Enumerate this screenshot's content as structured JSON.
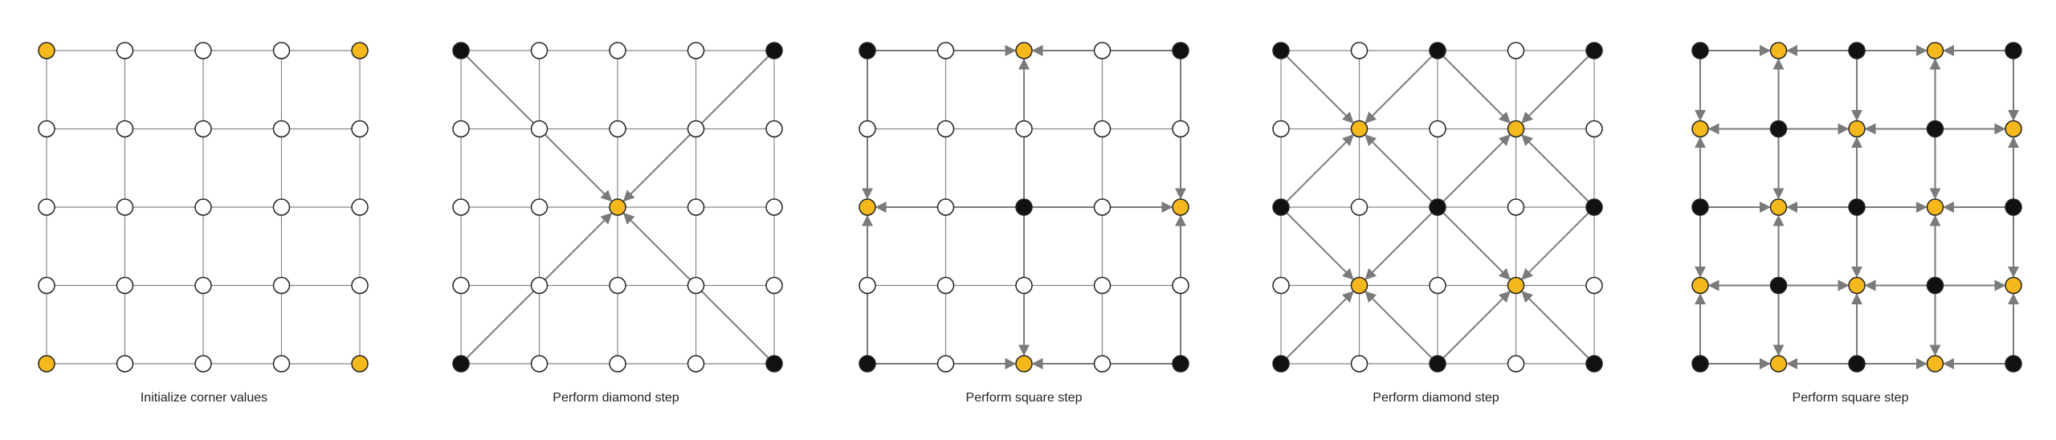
{
  "colors": {
    "grid_line": "#888888",
    "arrow": "#7a7a7a",
    "node_outline": "#222222",
    "node_empty": "#ffffff",
    "node_new": "#f5b91e",
    "node_known": "#111111"
  },
  "panels": [
    {
      "caption": "Initialize corner values",
      "nodes": [
        "YWWWY",
        "WWWWW",
        "WWWWW",
        "WWWWW",
        "YWWWY"
      ],
      "arrows": []
    },
    {
      "caption": "Perform diamond step",
      "nodes": [
        "BWWWB",
        "WWWWW",
        "WWYWW",
        "WWWWW",
        "BWWWB"
      ],
      "arrows": [
        {
          "from": [
            0,
            0
          ],
          "to": [
            2,
            2
          ]
        },
        {
          "from": [
            4,
            0
          ],
          "to": [
            2,
            2
          ]
        },
        {
          "from": [
            0,
            4
          ],
          "to": [
            2,
            2
          ]
        },
        {
          "from": [
            4,
            4
          ],
          "to": [
            2,
            2
          ]
        }
      ]
    },
    {
      "caption": "Perform square step",
      "nodes": [
        "BWYWB",
        "WWWWW",
        "YWBWY",
        "WWWWW",
        "BWYWB"
      ],
      "arrows": [
        {
          "from": [
            0,
            0
          ],
          "to": [
            2,
            0
          ]
        },
        {
          "from": [
            4,
            0
          ],
          "to": [
            2,
            0
          ]
        },
        {
          "from": [
            2,
            2
          ],
          "to": [
            2,
            0
          ]
        },
        {
          "from": [
            0,
            0
          ],
          "to": [
            0,
            2
          ]
        },
        {
          "from": [
            0,
            4
          ],
          "to": [
            0,
            2
          ]
        },
        {
          "from": [
            2,
            2
          ],
          "to": [
            0,
            2
          ]
        },
        {
          "from": [
            4,
            0
          ],
          "to": [
            4,
            2
          ]
        },
        {
          "from": [
            4,
            4
          ],
          "to": [
            4,
            2
          ]
        },
        {
          "from": [
            2,
            2
          ],
          "to": [
            4,
            2
          ]
        },
        {
          "from": [
            0,
            4
          ],
          "to": [
            2,
            4
          ]
        },
        {
          "from": [
            4,
            4
          ],
          "to": [
            2,
            4
          ]
        },
        {
          "from": [
            2,
            2
          ],
          "to": [
            2,
            4
          ]
        }
      ]
    },
    {
      "caption": "Perform diamond step",
      "nodes": [
        "BWBWB",
        "WYWYW",
        "BWBWB",
        "WYWYW",
        "BWBWB"
      ],
      "arrows": [
        {
          "from": [
            0,
            0
          ],
          "to": [
            1,
            1
          ]
        },
        {
          "from": [
            2,
            0
          ],
          "to": [
            1,
            1
          ]
        },
        {
          "from": [
            0,
            2
          ],
          "to": [
            1,
            1
          ]
        },
        {
          "from": [
            2,
            2
          ],
          "to": [
            1,
            1
          ]
        },
        {
          "from": [
            2,
            0
          ],
          "to": [
            3,
            1
          ]
        },
        {
          "from": [
            4,
            0
          ],
          "to": [
            3,
            1
          ]
        },
        {
          "from": [
            2,
            2
          ],
          "to": [
            3,
            1
          ]
        },
        {
          "from": [
            4,
            2
          ],
          "to": [
            3,
            1
          ]
        },
        {
          "from": [
            0,
            2
          ],
          "to": [
            1,
            3
          ]
        },
        {
          "from": [
            2,
            2
          ],
          "to": [
            1,
            3
          ]
        },
        {
          "from": [
            0,
            4
          ],
          "to": [
            1,
            3
          ]
        },
        {
          "from": [
            2,
            4
          ],
          "to": [
            1,
            3
          ]
        },
        {
          "from": [
            2,
            2
          ],
          "to": [
            3,
            3
          ]
        },
        {
          "from": [
            4,
            2
          ],
          "to": [
            3,
            3
          ]
        },
        {
          "from": [
            2,
            4
          ],
          "to": [
            3,
            3
          ]
        },
        {
          "from": [
            4,
            4
          ],
          "to": [
            3,
            3
          ]
        }
      ]
    },
    {
      "caption": "Perform square step",
      "nodes": [
        "BYBYB",
        "YBYBY",
        "BYBYB",
        "YBYBY",
        "BYBYB"
      ],
      "arrows": [
        {
          "from": [
            0,
            0
          ],
          "to": [
            1,
            0
          ]
        },
        {
          "from": [
            2,
            0
          ],
          "to": [
            1,
            0
          ]
        },
        {
          "from": [
            1,
            1
          ],
          "to": [
            1,
            0
          ]
        },
        {
          "from": [
            2,
            0
          ],
          "to": [
            3,
            0
          ]
        },
        {
          "from": [
            4,
            0
          ],
          "to": [
            3,
            0
          ]
        },
        {
          "from": [
            3,
            1
          ],
          "to": [
            3,
            0
          ]
        },
        {
          "from": [
            0,
            0
          ],
          "to": [
            0,
            1
          ]
        },
        {
          "from": [
            0,
            2
          ],
          "to": [
            0,
            1
          ]
        },
        {
          "from": [
            1,
            1
          ],
          "to": [
            0,
            1
          ]
        },
        {
          "from": [
            1,
            1
          ],
          "to": [
            2,
            1
          ]
        },
        {
          "from": [
            3,
            1
          ],
          "to": [
            2,
            1
          ]
        },
        {
          "from": [
            2,
            0
          ],
          "to": [
            2,
            1
          ]
        },
        {
          "from": [
            2,
            2
          ],
          "to": [
            2,
            1
          ]
        },
        {
          "from": [
            4,
            0
          ],
          "to": [
            4,
            1
          ]
        },
        {
          "from": [
            4,
            2
          ],
          "to": [
            4,
            1
          ]
        },
        {
          "from": [
            3,
            1
          ],
          "to": [
            4,
            1
          ]
        },
        {
          "from": [
            0,
            2
          ],
          "to": [
            1,
            2
          ]
        },
        {
          "from": [
            2,
            2
          ],
          "to": [
            1,
            2
          ]
        },
        {
          "from": [
            1,
            1
          ],
          "to": [
            1,
            2
          ]
        },
        {
          "from": [
            1,
            3
          ],
          "to": [
            1,
            2
          ]
        },
        {
          "from": [
            2,
            2
          ],
          "to": [
            3,
            2
          ]
        },
        {
          "from": [
            4,
            2
          ],
          "to": [
            3,
            2
          ]
        },
        {
          "from": [
            3,
            1
          ],
          "to": [
            3,
            2
          ]
        },
        {
          "from": [
            3,
            3
          ],
          "to": [
            3,
            2
          ]
        },
        {
          "from": [
            0,
            2
          ],
          "to": [
            0,
            3
          ]
        },
        {
          "from": [
            0,
            4
          ],
          "to": [
            0,
            3
          ]
        },
        {
          "from": [
            1,
            3
          ],
          "to": [
            0,
            3
          ]
        },
        {
          "from": [
            1,
            3
          ],
          "to": [
            2,
            3
          ]
        },
        {
          "from": [
            3,
            3
          ],
          "to": [
            2,
            3
          ]
        },
        {
          "from": [
            2,
            2
          ],
          "to": [
            2,
            3
          ]
        },
        {
          "from": [
            2,
            4
          ],
          "to": [
            2,
            3
          ]
        },
        {
          "from": [
            4,
            2
          ],
          "to": [
            4,
            3
          ]
        },
        {
          "from": [
            4,
            4
          ],
          "to": [
            4,
            3
          ]
        },
        {
          "from": [
            3,
            3
          ],
          "to": [
            4,
            3
          ]
        },
        {
          "from": [
            0,
            4
          ],
          "to": [
            1,
            4
          ]
        },
        {
          "from": [
            2,
            4
          ],
          "to": [
            1,
            4
          ]
        },
        {
          "from": [
            1,
            3
          ],
          "to": [
            1,
            4
          ]
        },
        {
          "from": [
            2,
            4
          ],
          "to": [
            3,
            4
          ]
        },
        {
          "from": [
            4,
            4
          ],
          "to": [
            3,
            4
          ]
        },
        {
          "from": [
            3,
            3
          ],
          "to": [
            3,
            4
          ]
        }
      ]
    }
  ]
}
